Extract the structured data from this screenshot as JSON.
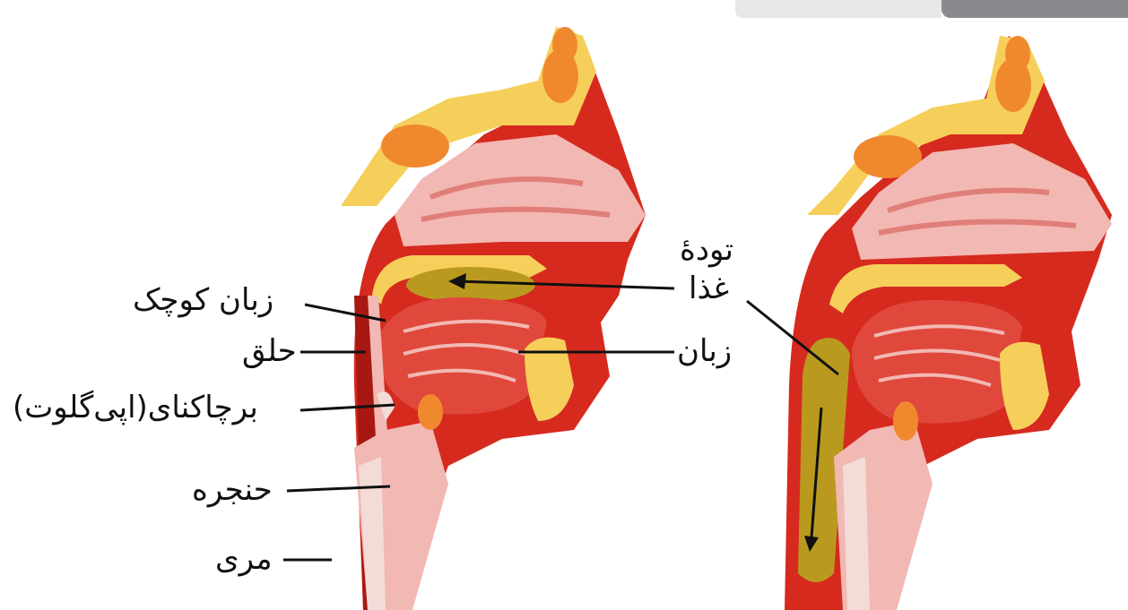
{
  "labels": {
    "uvula": "زبان کوچک",
    "pharynx": "حلق",
    "epiglottis": "برچاکنای(اپی‌گلوت)",
    "larynx": "حنجره",
    "esophagus": "مری",
    "bolus_line1": "تودهٔ",
    "bolus_line2": "غذا",
    "tongue": "زبان"
  },
  "colors": {
    "flesh_dark": "#c8231b",
    "flesh": "#e0483c",
    "pink": "#f2b8b4",
    "bone": "#f6cf5a",
    "orange": "#f0892e",
    "bolus": "#b99a1f"
  }
}
